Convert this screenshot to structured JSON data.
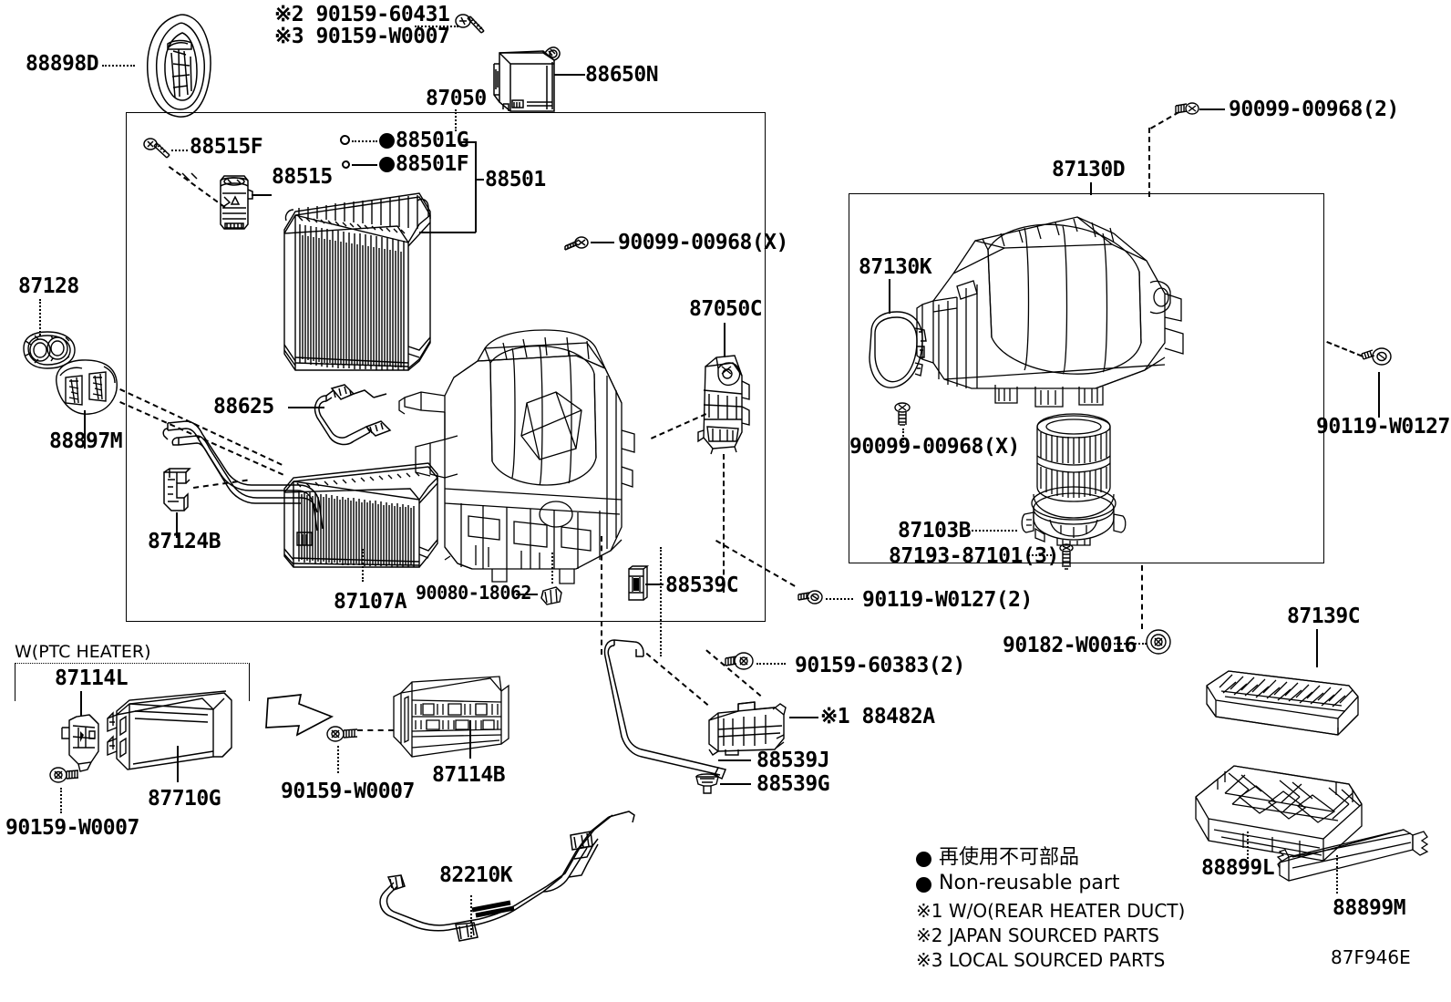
{
  "diagram": {
    "sheet_code": "87F946E",
    "groups": {
      "main_unit_label": "87050",
      "blower_panel_label": "87130D",
      "ptc_bracket_label": "W(PTC HEATER)"
    },
    "legend": {
      "nonreusable_jp": "再使用不可部品",
      "nonreusable_en": "Non-reusable part",
      "note1": "※1 W/O(REAR HEATER DUCT)",
      "note2": "※2 JAPAN SOURCED PARTS",
      "note3": "※3 LOCAL SOURCED PARTS"
    },
    "callouts": [
      {
        "id": "c-88898d",
        "text": "88898D"
      },
      {
        "id": "c-90159-60431",
        "text": "※2 90159-60431"
      },
      {
        "id": "c-90159-w0007-top",
        "text": "※3 90159-W0007"
      },
      {
        "id": "c-88650n",
        "text": "88650N"
      },
      {
        "id": "c-87050",
        "text": "87050"
      },
      {
        "id": "c-88515f",
        "text": "88515F"
      },
      {
        "id": "c-88515",
        "text": "88515"
      },
      {
        "id": "c-88501g",
        "text": "88501G"
      },
      {
        "id": "c-88501f",
        "text": "88501F"
      },
      {
        "id": "c-88501",
        "text": "88501"
      },
      {
        "id": "c-90099-00968x-1",
        "text": "90099-00968(X)"
      },
      {
        "id": "c-87128",
        "text": "87128"
      },
      {
        "id": "c-88897m",
        "text": "88897M"
      },
      {
        "id": "c-88625",
        "text": "88625"
      },
      {
        "id": "c-87124b",
        "text": "87124B"
      },
      {
        "id": "c-87107a",
        "text": "87107A"
      },
      {
        "id": "c-87050c",
        "text": "87050C"
      },
      {
        "id": "c-90080-18062",
        "text": "90080-18062"
      },
      {
        "id": "c-88539c",
        "text": "88539C"
      },
      {
        "id": "c-90119-w0127-2",
        "text": "90119-W0127(2)"
      },
      {
        "id": "c-90159-60383-2",
        "text": "90159-60383(2)"
      },
      {
        "id": "c-88482a",
        "text": "※1 88482A"
      },
      {
        "id": "c-88539j",
        "text": "88539J"
      },
      {
        "id": "c-88539g",
        "text": "88539G"
      },
      {
        "id": "c-87114l",
        "text": "87114L"
      },
      {
        "id": "c-87710g",
        "text": "87710G"
      },
      {
        "id": "c-90159-w0007-bl",
        "text": "90159-W0007"
      },
      {
        "id": "c-90159-w0007-bc",
        "text": "90159-W0007"
      },
      {
        "id": "c-87114b",
        "text": "87114B"
      },
      {
        "id": "c-82210k",
        "text": "82210K"
      },
      {
        "id": "c-90099-00968-2",
        "text": "90099-00968(2)"
      },
      {
        "id": "c-87130d",
        "text": "87130D"
      },
      {
        "id": "c-87130k",
        "text": "87130K"
      },
      {
        "id": "c-90099-00968x-2",
        "text": "90099-00968(X)"
      },
      {
        "id": "c-87103b",
        "text": "87103B"
      },
      {
        "id": "c-87193-87101-3",
        "text": "87193-87101(3)"
      },
      {
        "id": "c-90119-w0127",
        "text": "90119-W0127"
      },
      {
        "id": "c-90182-w0016",
        "text": "90182-W0016"
      },
      {
        "id": "c-87139c",
        "text": "87139C"
      },
      {
        "id": "c-88899l",
        "text": "88899L"
      },
      {
        "id": "c-88899m",
        "text": "88899M"
      }
    ]
  }
}
